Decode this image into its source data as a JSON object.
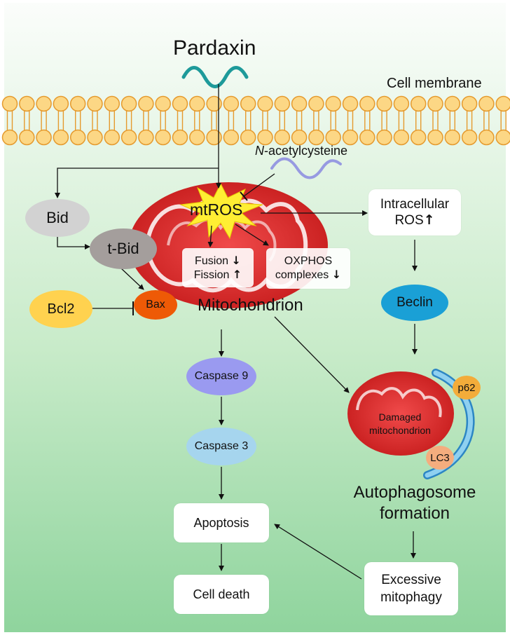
{
  "title": "Pardaxin",
  "membrane_label": "Cell membrane",
  "inhibitor": "N-acetylcysteine",
  "inhibitor_italic": "N",
  "inhibitor_rest": "-acetylcysteine",
  "mtros": "mtROS",
  "bid": "Bid",
  "tbid": "t-Bid",
  "bcl2": "Bcl2",
  "bax": "Bax",
  "mito_label": "Mitochondrion",
  "fusion": "Fusion",
  "fission": "Fission",
  "oxphos_line1": "OXPHOS",
  "oxphos_line2": "complexes",
  "down_arrow": "↓",
  "up_arrow": "↑",
  "intracellular_line1": "Intracellular",
  "intracellular_line2": "ROS",
  "beclin": "Beclin",
  "caspase9": "Caspase 9",
  "caspase3": "Caspase 3",
  "apoptosis": "Apoptosis",
  "cell_death": "Cell death",
  "p62": "p62",
  "lc3": "LC3",
  "damaged_line1": "Damaged",
  "damaged_line2": "mitochondrion",
  "autophagosome_line1": "Autophagosome",
  "autophagosome_line2": "formation",
  "excessive_line1": "Excessive",
  "excessive_line2": "mitophagy",
  "colors": {
    "background_top": "#fbfdfb",
    "background_bottom": "#8fd49d",
    "lipid_head": "#fcd785",
    "lipid_stroke": "#e59a2e",
    "mito_red": "#e0232a",
    "ros_yellow": "#ffee33",
    "bid": "#d2d2d2",
    "tbid": "#a49e9c",
    "bcl2": "#ffd24f",
    "bax": "#ee5a06",
    "beclin": "#1aa0d6",
    "caspase9": "#9a9af0",
    "caspase3": "#a6d5ee",
    "p62": "#f3ac3a",
    "lc3": "#f4ad7e",
    "autophagosome": "#5cb4e0",
    "pardaxin_wave": "#1e9a9a",
    "nac_wave": "#8a8ae0"
  }
}
